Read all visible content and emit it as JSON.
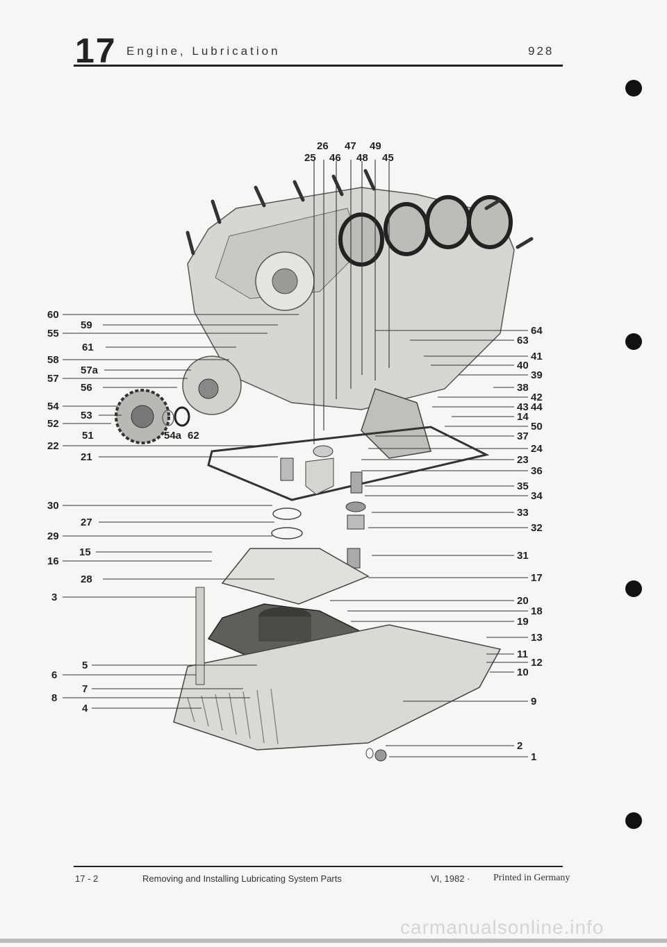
{
  "header": {
    "chapter": "17",
    "chapter_title": "Engine, Lubrication",
    "model": "928"
  },
  "footer": {
    "page_number": "17 - 2",
    "section_title": "Removing and Installing Lubricating System Parts",
    "edition": "VI, 1982 ·",
    "printed": "Printed in Germany"
  },
  "watermark": "carmanualsonline.info",
  "diagram": {
    "top_labels": [
      "26",
      "47",
      "49",
      "25",
      "46",
      "48",
      "45"
    ],
    "left_labels": [
      "60",
      "59",
      "55",
      "61",
      "58",
      "57a",
      "57",
      "56",
      "54",
      "53",
      "52",
      "51",
      "22",
      "54a",
      "62",
      "21",
      "30",
      "27",
      "29",
      "15",
      "16",
      "28",
      "3",
      "5",
      "6",
      "7",
      "8",
      "4"
    ],
    "right_labels": [
      "64",
      "63",
      "41",
      "40",
      "39",
      "38",
      "42",
      "43",
      "44",
      "14",
      "50",
      "37",
      "24",
      "23",
      "36",
      "35",
      "34",
      "33",
      "32",
      "31",
      "17",
      "20",
      "18",
      "19",
      "13",
      "11",
      "12",
      "10",
      "9",
      "2",
      "1"
    ]
  }
}
